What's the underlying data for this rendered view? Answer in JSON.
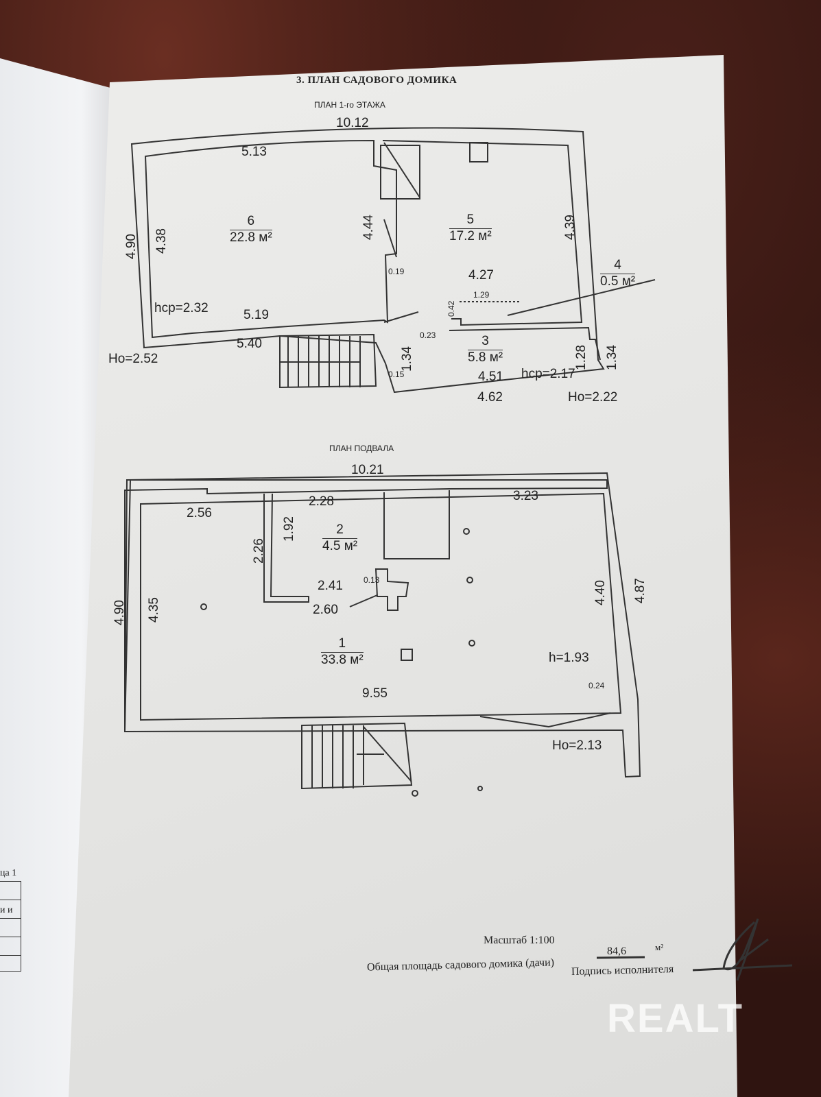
{
  "document": {
    "title": "3. ПЛАН САДОВОГО ДОМИКА",
    "floor1": {
      "heading": "ПЛАН 1-го ЭТАЖА",
      "rooms": [
        {
          "number": "6",
          "area": "22.8 м²"
        },
        {
          "number": "5",
          "area": "17.2 м²"
        },
        {
          "number": "4",
          "area": "0.5 м²"
        },
        {
          "number": "3",
          "area": "5.8 м²"
        }
      ],
      "dims": [
        "10.12",
        "5.13",
        "4.44",
        "4.39",
        "4.90",
        "4.38",
        "0.19",
        "4.27",
        "1.29",
        "0.42",
        "hcp=2.32",
        "5.19",
        "5.40",
        "Ho=2.52",
        "0.23",
        "1.34",
        "1.28",
        "1.34",
        "0.15",
        "4.51",
        "hcp=2.17",
        "4.62",
        "Ho=2.22"
      ]
    },
    "basement": {
      "heading": "ПЛАН ПОДВАЛА",
      "rooms": [
        {
          "number": "2",
          "area": "4.5 м²"
        },
        {
          "number": "1",
          "area": "33.8 м²"
        }
      ],
      "dims": [
        "10.21",
        "2.56",
        "2.28",
        "3.23",
        "2.26",
        "1.92",
        "4.40",
        "4.87",
        "2.41",
        "0.13",
        "2.60",
        "4.90",
        "4.35",
        "h=1.93",
        "0.24",
        "9.55",
        "Ho=2.13"
      ]
    },
    "footer": {
      "scale": "Масштаб  1:100",
      "total_area_label": "Общая площадь садового домика (дачи)",
      "total_area_value": "84,6",
      "total_area_unit": "м²",
      "signature_label": "Подпись исполнителя"
    },
    "left_page": {
      "line1": "ца 1",
      "line2": "и и"
    },
    "watermark": "REALT"
  }
}
